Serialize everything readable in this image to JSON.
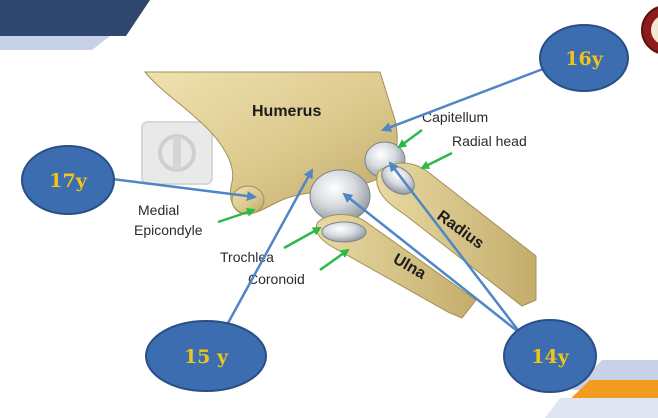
{
  "bones": {
    "humerus": "Humerus",
    "radius": "Radius",
    "ulna": "Ulna"
  },
  "labels": {
    "capitellum": "Capitellum",
    "radial_head": "Radial head",
    "medial_1": "Medial",
    "medial_2": "Epicondyle",
    "trochlea": "Trochlea",
    "coronoid": "Coronoid"
  },
  "ages": {
    "capitellum": "16y",
    "medial_epicondyle": "17y",
    "trochlea": "15 y",
    "radial_head_olecranon": "14y"
  },
  "colors": {
    "bubble_fill": "#3b6db0",
    "bubble_stroke": "#2a4f86",
    "age_text": "#f0c419",
    "pointer": "#4f86c6",
    "label_arrow": "#2db84a",
    "banner_dark": "#2f466d",
    "banner_light": "#c7d2e8",
    "accent_orange": "#f39c1f"
  }
}
